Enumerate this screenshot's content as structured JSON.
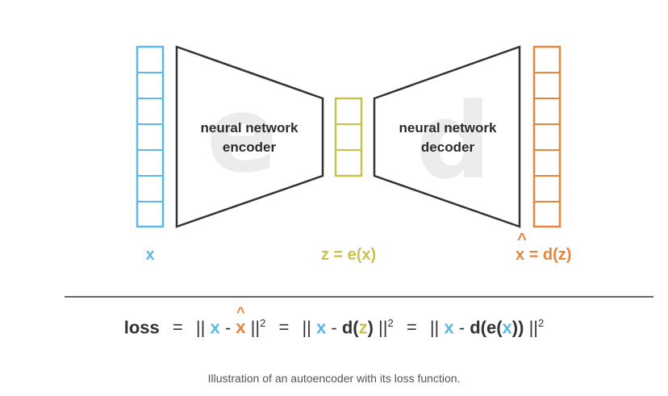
{
  "encoder": {
    "label_line1": "neural network",
    "label_line2": "encoder",
    "letter": "e"
  },
  "decoder": {
    "label_line1": "neural network",
    "label_line2": "decoder",
    "letter": "d"
  },
  "labels": {
    "x": "x",
    "z": "z = e(x)",
    "xhat_symbol": "x",
    "xhat_rest": " = d(z)",
    "hat_mark": "^"
  },
  "formula": {
    "loss_word": "loss",
    "eq": "=",
    "bars": "||",
    "minus": "-",
    "sq": "2",
    "x": "x",
    "xhat": "x",
    "d_open": "d(",
    "z": "z",
    "close": ")",
    "d_e_open": "d(e(",
    "close2": "))"
  },
  "caption": "Illustration of an autoencoder with its loss function.",
  "colors": {
    "input": "#5bb8e8",
    "latent": "#c8c24a",
    "output": "#e8853d",
    "lines": "#333333"
  }
}
